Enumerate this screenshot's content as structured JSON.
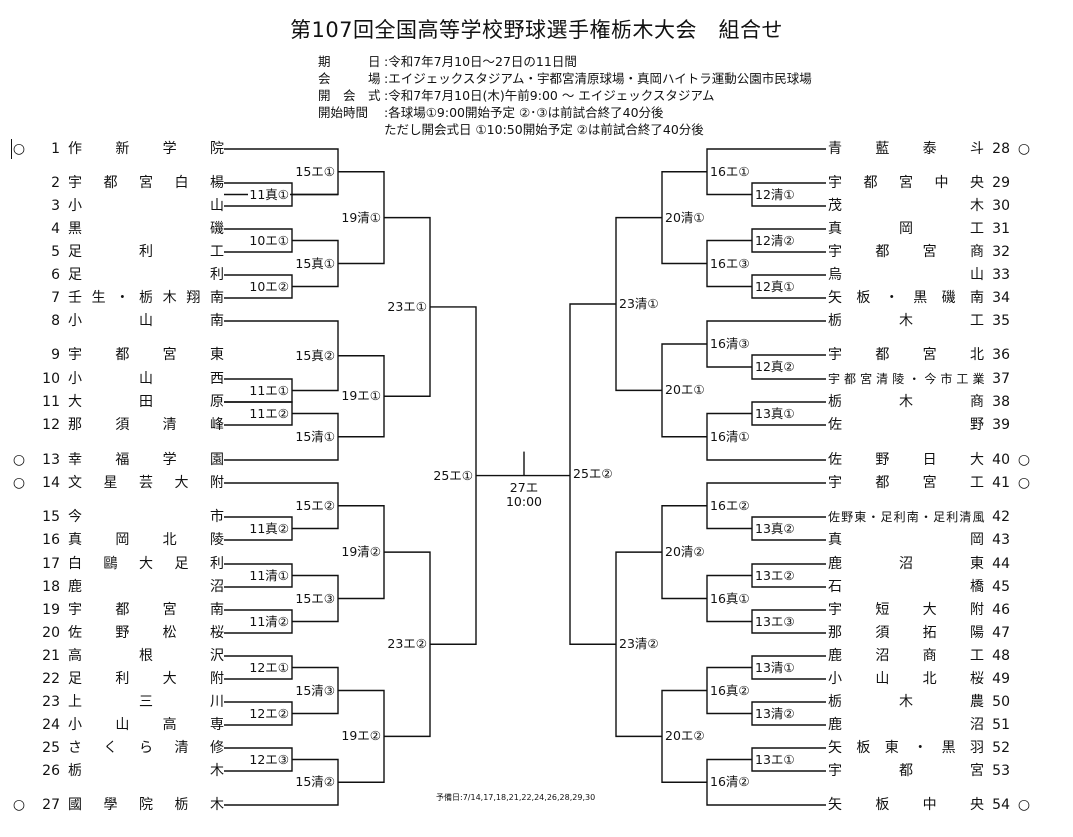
{
  "title": "第107回全国高等学校野球選手権栃木大会　組合せ",
  "info": [
    {
      "label": "期　　　日",
      "value": ":令和7年7月10日～27日の11日間"
    },
    {
      "label": "会　　　場",
      "value": ":エイジェックスタジアム・宇都宮清原球場・真岡ハイトラ運動公園市民球場"
    },
    {
      "label": "開　会　式",
      "value": ":令和7年7月10日(木)午前9:00 ～ エイジェックスタジアム"
    },
    {
      "label": "開始時間",
      "value": ":各球場①9:00開始予定 ②･③は前試合終了40分後"
    },
    {
      "label": "",
      "value": "ただし開会式日 ①10:50開始予定 ②は前試合終了40分後"
    }
  ],
  "left_teams": [
    {
      "num": "1",
      "name": "作新学院",
      "seed": "○"
    },
    {
      "num": "2",
      "name": "宇都宮白楊"
    },
    {
      "num": "3",
      "name": "小山"
    },
    {
      "num": "4",
      "name": "黒磯"
    },
    {
      "num": "5",
      "name": "足利工"
    },
    {
      "num": "6",
      "name": "足利"
    },
    {
      "num": "7",
      "name": "壬生・栃木翔南"
    },
    {
      "num": "8",
      "name": "小山南"
    },
    {
      "num": "9",
      "name": "宇都宮東"
    },
    {
      "num": "10",
      "name": "小山西"
    },
    {
      "num": "11",
      "name": "大田原"
    },
    {
      "num": "12",
      "name": "那須清峰"
    },
    {
      "num": "13",
      "name": "幸福学園",
      "seed": "○"
    },
    {
      "num": "14",
      "name": "文星芸大附",
      "seed": "○"
    },
    {
      "num": "15",
      "name": "今市"
    },
    {
      "num": "16",
      "name": "真岡北陵"
    },
    {
      "num": "17",
      "name": "白鷗大足利"
    },
    {
      "num": "18",
      "name": "鹿沼"
    },
    {
      "num": "19",
      "name": "宇都宮南"
    },
    {
      "num": "20",
      "name": "佐野松桜"
    },
    {
      "num": "21",
      "name": "高根沢"
    },
    {
      "num": "22",
      "name": "足利大附"
    },
    {
      "num": "23",
      "name": "上三川"
    },
    {
      "num": "24",
      "name": "小山高専"
    },
    {
      "num": "25",
      "name": "さくら清修"
    },
    {
      "num": "26",
      "name": "栃木"
    },
    {
      "num": "27",
      "name": "國學院栃木",
      "seed": "○"
    }
  ],
  "right_teams": [
    {
      "num": "28",
      "name": "青藍泰斗",
      "seed": "○"
    },
    {
      "num": "29",
      "name": "宇都宮中央"
    },
    {
      "num": "30",
      "name": "茂木"
    },
    {
      "num": "31",
      "name": "真岡工"
    },
    {
      "num": "32",
      "name": "宇都宮商"
    },
    {
      "num": "33",
      "name": "烏山"
    },
    {
      "num": "34",
      "name": "矢板・黒磯南"
    },
    {
      "num": "35",
      "name": "栃木工"
    },
    {
      "num": "36",
      "name": "宇都宮北"
    },
    {
      "num": "37",
      "name": "宇都宮清陵・今市工業"
    },
    {
      "num": "38",
      "name": "栃木商"
    },
    {
      "num": "39",
      "name": "佐野"
    },
    {
      "num": "40",
      "name": "佐野日大",
      "seed": "○"
    },
    {
      "num": "41",
      "name": "宇都宮工",
      "seed": "○"
    },
    {
      "num": "42",
      "name": "佐野東・足利南・足利清風"
    },
    {
      "num": "43",
      "name": "真岡"
    },
    {
      "num": "44",
      "name": "鹿沼東"
    },
    {
      "num": "45",
      "name": "石橋"
    },
    {
      "num": "46",
      "name": "宇短大附"
    },
    {
      "num": "47",
      "name": "那須拓陽"
    },
    {
      "num": "48",
      "name": "鹿沼商工"
    },
    {
      "num": "49",
      "name": "小山北桜"
    },
    {
      "num": "50",
      "name": "栃木農"
    },
    {
      "num": "51",
      "name": "鹿沼"
    },
    {
      "num": "52",
      "name": "矢板東・黒羽"
    },
    {
      "num": "53",
      "name": "宇都宮"
    },
    {
      "num": "54",
      "name": "矢板中央",
      "seed": "○"
    }
  ],
  "game_labels": {
    "L11a": "11真①",
    "L10a": "10エ①",
    "L10b": "10エ②",
    "L11b": "11エ①",
    "L11c": "11エ②",
    "L11d": "11真②",
    "L11e": "11清①",
    "L11f": "11清②",
    "L12a": "12エ①",
    "L12b": "12エ②",
    "L12c": "12エ③",
    "L15a": "15エ①",
    "L15b": "15真①",
    "L15c": "15真②",
    "L15d": "15清①",
    "L15e": "15エ②",
    "L15f": "15エ③",
    "L15g": "15清③",
    "L15h": "15清②",
    "L19a": "19清①",
    "L19b": "19エ①",
    "L19c": "19清②",
    "L19d": "19エ②",
    "L23a": "23エ①",
    "L23b": "23エ②",
    "L25": "25エ①",
    "R12a": "12清①",
    "R12b": "12清②",
    "R12c": "12真①",
    "R12d": "12真②",
    "R13a": "13真①",
    "R13b": "13真②",
    "R13c": "13エ②",
    "R13d": "13エ③",
    "R13e": "13清①",
    "R13f": "13清②",
    "R13g": "13エ①",
    "R16a": "16エ①",
    "R16b": "16エ③",
    "R16c": "16清③",
    "R16d": "16清①",
    "R16e": "16エ②",
    "R16f": "16真①",
    "R16g": "16真②",
    "R16h": "16清②",
    "R20a": "20清①",
    "R20b": "20エ①",
    "R20c": "20清②",
    "R20d": "20エ②",
    "R23a": "23清①",
    "R23b": "23清②",
    "R25": "25エ②"
  },
  "final": {
    "label": "27エ",
    "time": "10:00"
  },
  "note": "予備日:7/14,17,18,21,22,24,26,28,29,30"
}
